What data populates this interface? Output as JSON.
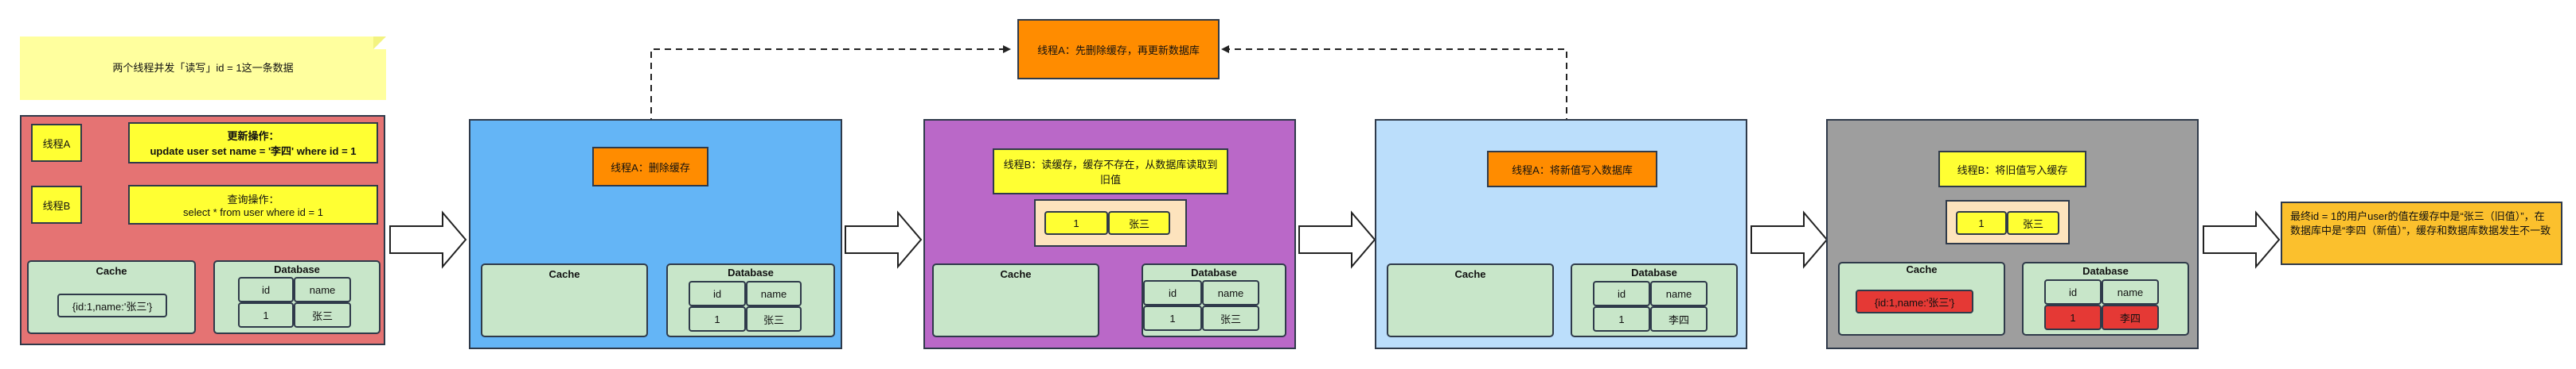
{
  "note": "两个线程并发「读写」id = 1这一条数据",
  "top": {
    "box": "线程A：先删除缓存，再更新数据库"
  },
  "intro": {
    "thread_a": "线程A",
    "thread_b": "线程B",
    "update_title": "更新操作：",
    "update_sql": "update user set name = '李四' where id  = 1",
    "query_title": "查询操作：",
    "query_sql": "select * from user where id = 1",
    "cache_title": "Cache",
    "cache_value": "{id:1,name:'张三'}",
    "db_title": "Database",
    "col_id": "id",
    "col_name": "name",
    "row_id": "1",
    "row_name": "张三"
  },
  "step1": {
    "action": "线程A：删除缓存",
    "cache_title": "Cache",
    "db_title": "Database",
    "col_id": "id",
    "col_name": "name",
    "row_id": "1",
    "row_name": "张三"
  },
  "step2": {
    "action": "线程B：读缓存，缓存不存在，从数据库读取到旧值",
    "read_id": "1",
    "read_name": "张三",
    "cache_title": "Cache",
    "db_title": "Database",
    "col_id": "id",
    "col_name": "name",
    "row_id": "1",
    "row_name": "张三"
  },
  "step3": {
    "action": "线程A：将新值写入数据库",
    "cache_title": "Cache",
    "db_title": "Database",
    "col_id": "id",
    "col_name": "name",
    "row_id": "1",
    "row_name": "李四"
  },
  "step4": {
    "action": "线程B：将旧值写入缓存",
    "read_id": "1",
    "read_name": "张三",
    "cache_title": "Cache",
    "cache_value": "{id:1,name:'张三'}",
    "db_title": "Database",
    "col_id": "id",
    "col_name": "name",
    "row_id": "1",
    "row_name": "李四"
  },
  "result": "最终id = 1的用户user的值在缓存中是“张三（旧值）”，在数据库中是“李四（新值）”，缓存和数据库数据发生不一致",
  "colors": {
    "red_panel": "#e57373",
    "blue_panel": "#64b5f6",
    "purple_panel": "#ba68c8",
    "light_blue_panel": "#bbdefb",
    "gray_panel": "#9e9e9e",
    "yellow": "#ffff33",
    "orange": "#ff8c00",
    "green": "#c8e6c9",
    "red": "#e53935",
    "result": "#fbc02d"
  }
}
